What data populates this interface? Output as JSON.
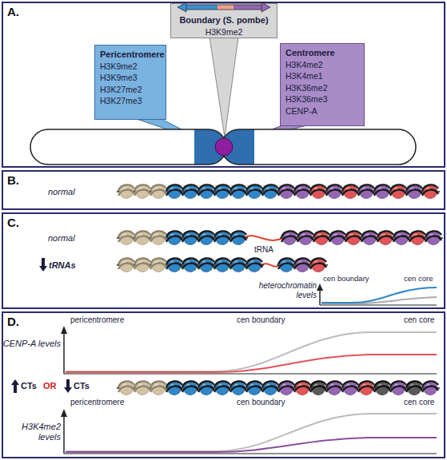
{
  "diagram": {
    "nodes": [
      {
        "text": [
          "A."
        ]
      },
      {
        "text": [
          "Boundary (S. pombe)",
          "H3K9me2"
        ],
        "in": 0
      },
      {
        "text": [
          "Pericentromere",
          "H3K9me2",
          "H3K9me3",
          "H3K27me2",
          "H3K27me3"
        ],
        "in": 0
      },
      {
        "text": [
          "Centromere",
          "H3K4me2",
          "H3K4me1",
          "H3K36me2",
          "H3K36me3",
          "CENP-A"
        ],
        "in": 0
      },
      {
        "text": [
          "B."
        ]
      },
      {
        "text": [
          "C."
        ]
      },
      {
        "text": [
          "D."
        ]
      }
    ],
    "labels": [
      "normal",
      "normal",
      "tRNA",
      "tRNAs",
      "heterochromatin levels",
      "cen boundary",
      "cen core",
      "CENP-A levels",
      "pericentromere",
      "cen boundary",
      "cen core",
      "CTs",
      "OR",
      "CTs",
      "H3K4me2 levels",
      "pericentromere",
      "cen boundary",
      "cen core"
    ]
  }
}
